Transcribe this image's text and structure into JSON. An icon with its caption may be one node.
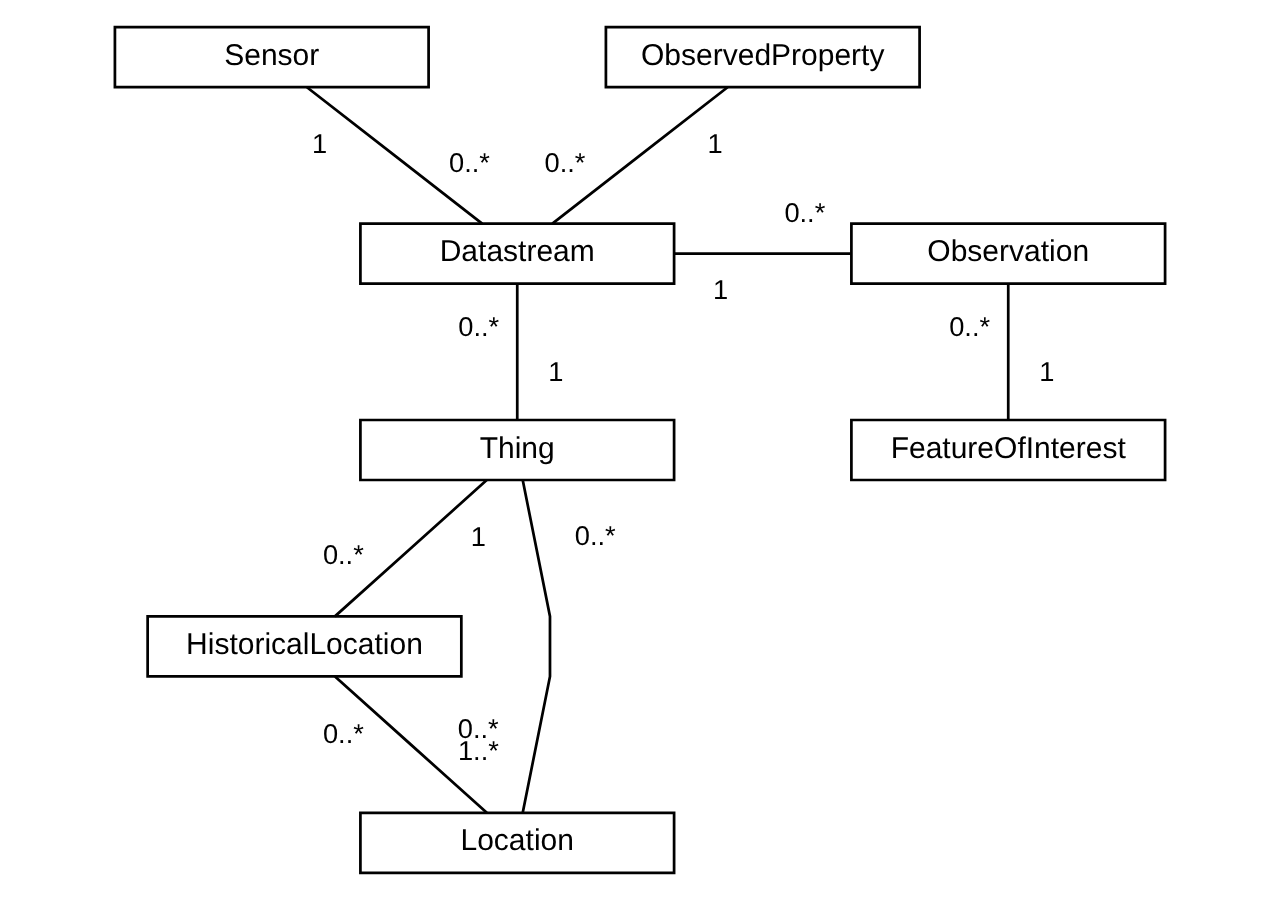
{
  "diagram": {
    "nodes": [
      {
        "text": [
          "Sensor"
        ]
      },
      {
        "text": [
          "ObservedProperty"
        ]
      },
      {
        "text": [
          "Datastream"
        ]
      },
      {
        "text": [
          "Observation"
        ]
      },
      {
        "text": [
          "Thing"
        ]
      },
      {
        "text": [
          "FeatureOfInterest"
        ]
      },
      {
        "text": [
          "HistoricalLocation"
        ]
      },
      {
        "text": [
          "Location"
        ]
      }
    ],
    "edges": [
      {
        "from": 0,
        "to": 2,
        "arrow": "none"
      },
      {
        "from": 1,
        "to": 2,
        "arrow": "none"
      },
      {
        "from": 2,
        "to": 3,
        "arrow": "none"
      },
      {
        "from": 2,
        "to": 4,
        "arrow": "none"
      },
      {
        "from": 3,
        "to": 5,
        "arrow": "none"
      },
      {
        "from": 4,
        "to": 6,
        "arrow": "none"
      },
      {
        "from": 4,
        "to": 7,
        "arrow": "none"
      },
      {
        "from": 6,
        "to": 7,
        "arrow": "none"
      }
    ],
    "labels": [
      "1",
      "1",
      "0..*",
      "0..*",
      "0..*",
      "1",
      "0..*",
      "0..*",
      "1",
      "1",
      "1",
      "0..*",
      "0..*",
      "0..*",
      "0..*",
      "1..*"
    ]
  }
}
